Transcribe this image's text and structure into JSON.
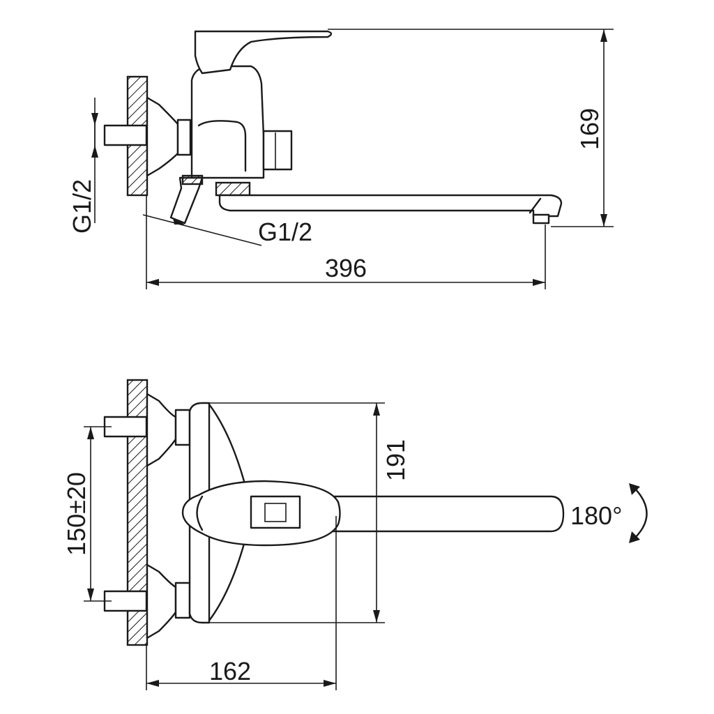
{
  "drawing": {
    "side_view": {
      "height_label": "169",
      "wall_thread_label": "G1/2",
      "outlet_thread_label": "G1/2",
      "length_label": "396"
    },
    "top_view": {
      "depth_label": "191",
      "center_distance_label": "150±20",
      "projection_label": "162",
      "rotation_label": "180°"
    }
  }
}
